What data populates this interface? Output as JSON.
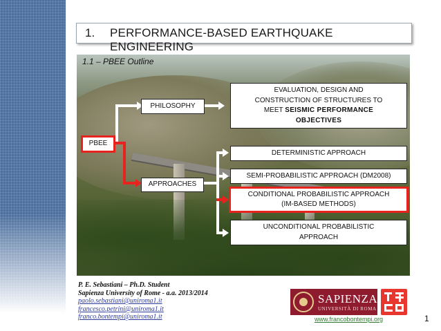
{
  "slide": {
    "title_number": "1.",
    "title": "PERFORMANCE-BASED EARTHQUAKE ENGINEERING",
    "subtitle": "1.1 – PBEE Outline",
    "page_number": "1"
  },
  "diagram": {
    "root": "PBEE",
    "philosophy": "PHILOSOPHY",
    "approaches": "APPROACHES",
    "evaluation_line1": "EVALUATION, DESIGN AND",
    "evaluation_line2": "CONSTRUCTION OF STRUCTURES TO",
    "evaluation_line3_prefix": "MEET",
    "evaluation_bold": "SEISMIC PERFORMANCE",
    "evaluation_bold2": "OBJECTIVES",
    "deterministic": "DETERMINISTIC APPROACH",
    "semi_probabilistic": "SEMI-PROBABILISTIC APPROACH (DM2008)",
    "conditional_line1": "CONDITIONAL PROBABILISTIC APPROACH",
    "conditional_line2": "(IM-BASED METHODS)",
    "unconditional_line1": "UNCONDITIONAL PROBABILISTIC",
    "unconditional_line2": "APPROACH"
  },
  "footer": {
    "author": "P. E. Sebastiani – Ph.D. Student",
    "affiliation": "Sapienza University of Rome - a.a. 2013/2014",
    "emails": [
      "paolo.sebastiani@uniroma1.it",
      "francesco.petrini@uniroma1.it",
      "franco.bontempi@uniroma1.it"
    ],
    "logo_name": "SAPIENZA",
    "logo_sub": "UNIVERSITÀ DI ROMA",
    "website": "www.francobontempi.org"
  },
  "colors": {
    "accent_red": "#e8231d",
    "sidebar_blue": "#4a6fa0",
    "sapienza": "#8e1b2e",
    "link_green": "#2e7a2e"
  }
}
